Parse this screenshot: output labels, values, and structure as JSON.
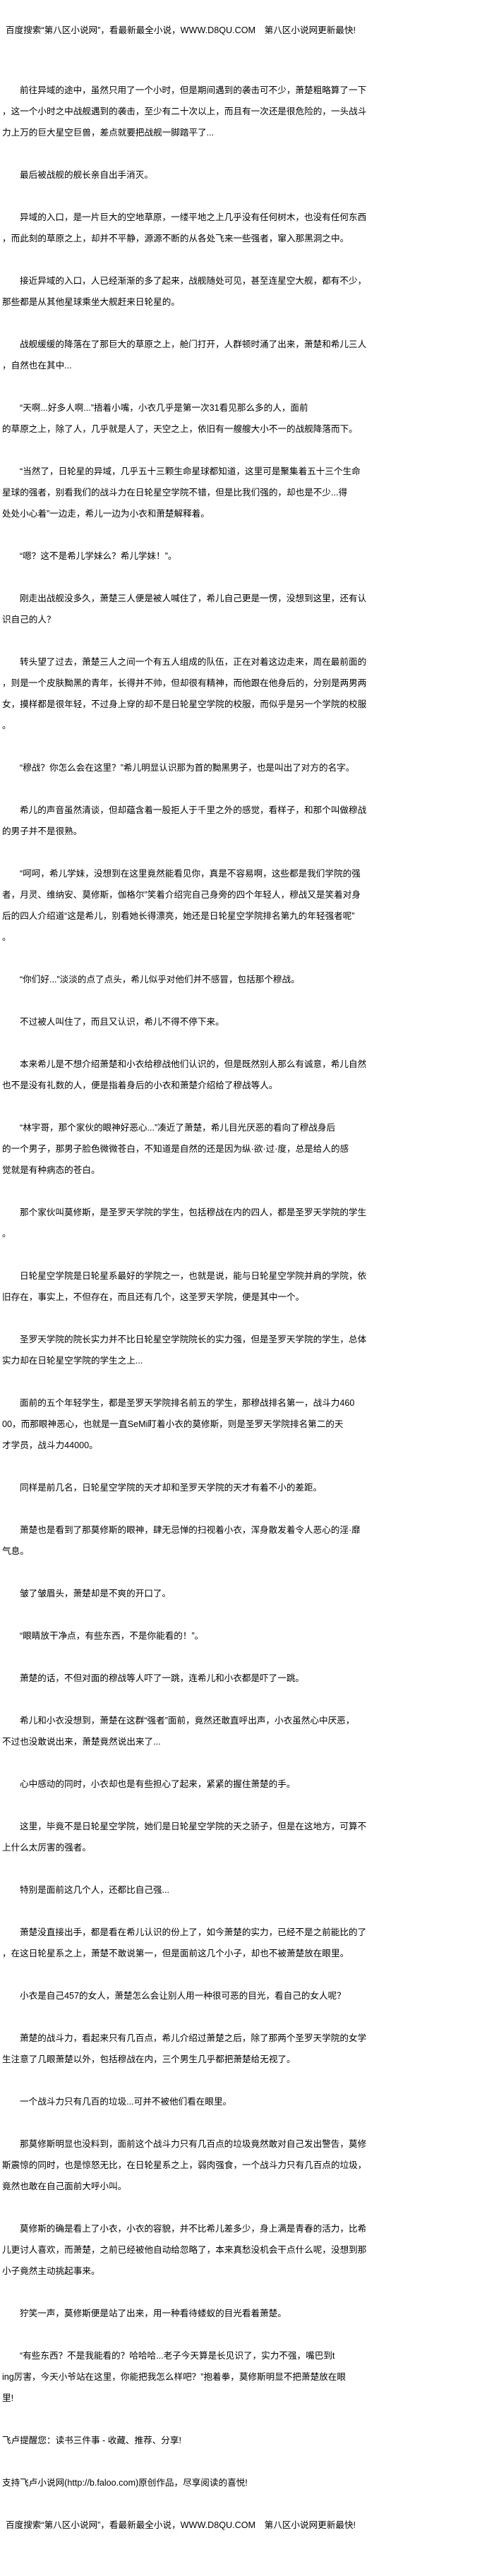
{
  "header": {
    "ad_text": "百度搜索“第八区小说网”，看最新最全小说，WWW.D8QU.COM　第八区小说网更新最快!"
  },
  "article": {
    "paragraphs": [
      {
        "lines": [
          "前往异域的途中，虽然只用了一个小时，但是期间遇到的袭击可不少，萧楚粗略算了一下",
          "，这一个小时之中战舰遇到的袭击，至少有二十次以上，而且有一次还是很危险的，一头战斗",
          "力上万的巨大星空巨兽，差点就要把战舰一脚踏平了..."
        ]
      },
      {
        "lines": [
          "最后被战舰的舰长亲自出手消灭。"
        ]
      },
      {
        "lines": [
          "异域的入口，是一片巨大的空地草原，一缕平地之上几乎没有任何树木，也没有任何东西",
          "，而此刻的草原之上，却并不平静，源源不断的从各处飞来一些强者，窜入那黑洞之中。"
        ]
      },
      {
        "lines": [
          "接近异域的入口，人已经渐渐的多了起来，战舰随处可见，甚至连星空大舰，都有不少，",
          "那些都是从其他星球乘坐大舰赶来日轮星的。"
        ]
      },
      {
        "lines": [
          "战舰缓缓的降落在了那巨大的草原之上，舱门打开，人群顿时涌了出来，萧楚和希儿三人",
          "，自然也在其中..."
        ]
      },
      {
        "lines": [
          "“天啊...好多人啊...”捂着小嘴，小衣几乎是第一次31看见那么多的人，面前",
          "的草原之上，除了人，几乎就是人了，天空之上，依旧有一艘艘大小不一的战舰降落而下。"
        ]
      },
      {
        "lines": [
          "“当然了，日轮星的异域，几乎五十三颗生命星球都知道，这里可是聚集着五十三个生命",
          "星球的强者，别看我们的战斗力在日轮星空学院不错，但是比我们强的，却也是不少...得",
          "处处小心着”一边走，希儿一边为小衣和萧楚解释着。"
        ]
      },
      {
        "lines": [
          "“嗯？这不是希儿学妹么？希儿学妹！”。"
        ]
      },
      {
        "lines": [
          "刚走出战舰没多久，萧楚三人便是被人喊住了，希儿自己更是一愣，没想到这里，还有认",
          "识自己的人？"
        ]
      },
      {
        "lines": [
          "转头望了过去，萧楚三人之间一个有五人组成的队伍，正在对着这边走来，周在最前面的",
          "，则是一个皮肤黝黑的青年，长得并不帅，但却很有精神，而他跟在他身后的，分别是两男两",
          "女，摸样都是很年轻，不过身上穿的却不是日轮星空学院的校服，而似乎是另一个学院的校服",
          "。"
        ]
      },
      {
        "lines": [
          "“穆战？你怎么会在这里？”希儿明显认识那为首的黝黑男子，也是叫出了对方的名字。"
        ]
      },
      {
        "lines": [
          "希儿的声音虽然清谈，但却蕴含着一股拒人于千里之外的感觉，看样子，和那个叫做穆战",
          "的男子并不是很熟。"
        ]
      },
      {
        "lines": [
          "“呵呵，希儿学妹，没想到在这里竟然能看见你，真是不容易啊，这些都是我们学院的强",
          "者，月灵、维纳安、莫修斯，伽格尔”笑着介绍完自己身旁的四个年轻人，穆战又是笑着对身",
          "后的四人介绍道“这是希儿，别看她长得漂亮，她还是日轮星空学院排名第九的年轻强者呢”",
          "。"
        ]
      },
      {
        "lines": [
          "“你们好...”淡淡的点了点头，希儿似乎对他们并不感冒，包括那个穆战。"
        ]
      },
      {
        "lines": [
          "不过被人叫住了，而且又认识，希儿不得不停下来。"
        ]
      },
      {
        "lines": [
          "本来希儿是不想介绍萧楚和小衣给穆战他们认识的，但是既然别人那么有诚意，希儿自然",
          "也不是没有礼数的人，便是指着身后的小衣和萧楚介绍给了穆战等人。"
        ]
      },
      {
        "lines": [
          "“林宇哥，那个家伙的眼神好恶心...”凑近了萧楚，希儿目光厌恶的看向了穆战身后",
          "的一个男子，那男子脸色微微苍白，不知道是自然的还是因为纵·欲·过·度，总是给人的感",
          "觉就是有种病态的苍白。"
        ]
      },
      {
        "lines": [
          "那个家伙叫莫修斯，是圣罗天学院的学生，包括穆战在内的四人，都是圣罗天学院的学生",
          "。"
        ]
      },
      {
        "lines": [
          "日轮星空学院是日轮星系最好的学院之一，也就是说，能与日轮星空学院并肩的学院，依",
          "旧存在，事实上，不但存在，而且还有几个，这圣罗天学院，便是其中一个。"
        ]
      },
      {
        "lines": [
          "圣罗天学院的院长实力并不比日轮星空学院院长的实力强，但是圣罗天学院的学生，总体",
          "实力却在日轮星空学院的学生之上..."
        ]
      },
      {
        "lines": [
          "面前的五个年轻学生，都是圣罗天学院排名前五的学生，那穆战排名第一，战斗力460",
          "00，而那眼神恶心，也就是一直SeMi盯着小衣的莫修斯，则是圣罗天学院排名第二的天",
          "才学员，战斗力44000。"
        ]
      },
      {
        "lines": [
          "同样是前几名，日轮星空学院的天才却和圣罗天学院的天才有着不小的差距。"
        ]
      },
      {
        "lines": [
          "萧楚也是看到了那莫修斯的眼神，肆无忌惮的扫视着小衣，浑身散发着令人恶心的淫·靡",
          "气息。"
        ]
      },
      {
        "lines": [
          "皱了皱眉头，萧楚却是不爽的开口了。"
        ]
      },
      {
        "lines": [
          "“眼睛放干净点，有些东西，不是你能看的！”。"
        ]
      },
      {
        "lines": [
          "萧楚的话，不但对面的穆战等人吓了一跳，连希儿和小衣都是吓了一跳。"
        ]
      },
      {
        "lines": [
          "希儿和小衣没想到，萧楚在这群“强者”面前，竟然还敢直呼出声，小衣虽然心中厌恶，",
          "不过也没敢说出来，萧楚竟然说出来了..."
        ]
      },
      {
        "lines": [
          "心中感动的同时，小衣却也是有些担心了起来，紧紧的握住萧楚的手。"
        ]
      },
      {
        "lines": [
          "这里，毕竟不是日轮星空学院，她们是日轮星空学院的天之骄子，但是在这地方，可算不",
          "上什么太厉害的强者。"
        ]
      },
      {
        "lines": [
          "特别是面前这几个人，还都比自己强..."
        ]
      },
      {
        "lines": [
          "萧楚没直接出手，都是看在希儿认识的份上了，如今萧楚的实力，已经不是之前能比的了",
          "，在这日轮星系之上，萧楚不敢说第一，但是面前这几个小子，却也不被萧楚放在眼里。"
        ]
      },
      {
        "lines": [
          "小衣是自己457的女人，萧楚怎么会让别人用一种很可恶的目光，看自己的女人呢？"
        ]
      },
      {
        "lines": [
          "萧楚的战斗力，看起来只有几百点，希儿介绍过萧楚之后，除了那两个圣罗天学院的女学",
          "生注意了几眼萧楚以外，包括穆战在内，三个男生几乎都把萧楚给无视了。"
        ]
      },
      {
        "lines": [
          "一个战斗力只有几百的垃圾...可并不被他们看在眼里。"
        ]
      },
      {
        "lines": [
          "那莫修斯明显也没料到，面前这个战斗力只有几百点的垃圾竟然敢对自己发出警告，莫修",
          "斯震惊的同时，也是惊怒无比，在日轮星系之上，弱肉强食，一个战斗力只有几百点的垃圾，",
          "竟然也敢在自己面前大呼小叫。"
        ]
      },
      {
        "lines": [
          "莫修斯的确是看上了小衣，小衣的容貌，并不比希儿差多少，身上满是青春的活力，比希",
          "儿更讨人喜欢，而萧楚，之前已经被他自动给忽略了，本来真愁没机会干点什么呢，没想到那",
          "小子竟然主动挑起事来。"
        ]
      },
      {
        "lines": [
          "狞笑一声，莫修斯便是站了出来，用一种看待蝼蚁的目光看着萧楚。"
        ]
      },
      {
        "lines": [
          "“有些东西？不是我能看的？哈哈哈...老子今天算是长见识了，实力不强，嘴巴到t",
          "ing厉害，今天小爷站在这里，你能把我怎么样吧？”抱着拳，莫修斯明显不把萧楚放在眼",
          "里!"
        ]
      }
    ]
  },
  "footer": {
    "reminder": "飞卢提醒您：读书三件事 - 收藏、推荐、分享!",
    "support": "支持飞卢小说网(http://b.faloo.com)原创作品，尽享阅读的喜悦!",
    "ad_text": "百度搜索“第八区小说网”，看最新最全小说，WWW.D8QU.COM　第八区小说网更新最快!"
  }
}
